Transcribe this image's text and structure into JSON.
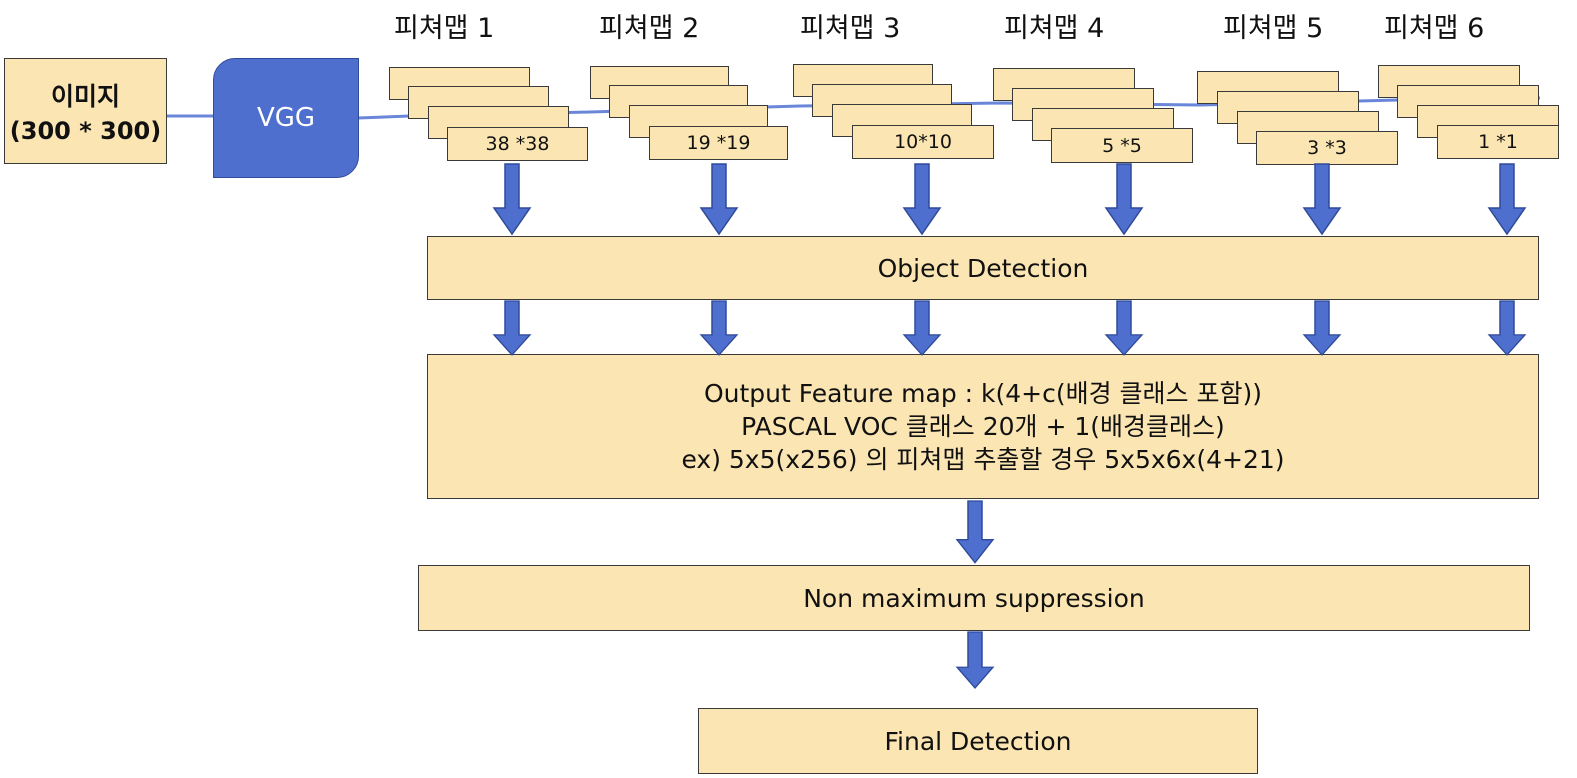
{
  "input": {
    "label": "이미지",
    "size": "(300 * 300)"
  },
  "backbone": {
    "label": "VGG"
  },
  "feature_maps": [
    {
      "label": "피쳐맵 1",
      "size": "38 *38"
    },
    {
      "label": "피쳐맵 2",
      "size": "19 *19"
    },
    {
      "label": "피쳐맵 3",
      "size": "10*10"
    },
    {
      "label": "피쳐맵 4",
      "size": "5 *5"
    },
    {
      "label": "피쳐맵 5",
      "size": "3 *3"
    },
    {
      "label": "피쳐맵 6",
      "size": "1 *1"
    }
  ],
  "object_detection": {
    "label": "Object Detection"
  },
  "output": {
    "line1": "Output Feature map : k(4+c(배경 클래스 포함))",
    "line2": "PASCAL VOC 클래스 20개 + 1(배경클래스)",
    "line3": "ex) 5x5(x256) 의 피쳐맵 추출할 경우 5x5x6x(4+21)"
  },
  "nms": {
    "label": "Non maximum suppression"
  },
  "final": {
    "label": "Final Detection"
  },
  "colors": {
    "box_fill": "#fbe6b3",
    "vgg_fill": "#4f6fce",
    "arrow": "#4f6fce",
    "line": "#6a86d8"
  }
}
